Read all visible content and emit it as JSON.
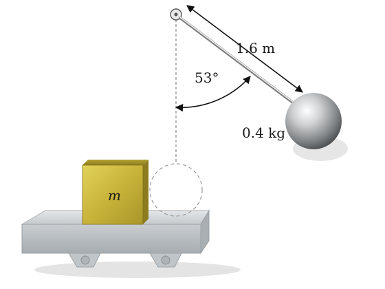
{
  "diagram": {
    "rod_length": "1.6 m",
    "angle": "53°",
    "ball_mass": "0.4 kg",
    "block_label": "m"
  },
  "colors": {
    "block_face": "#c9b43a",
    "block_dark": "#8f7d1c",
    "cart_face": "#c7ccd0",
    "cart_dark": "#9aa1a6",
    "ball_light": "#f4f4f4",
    "ball_dark": "#6d6d6d"
  }
}
